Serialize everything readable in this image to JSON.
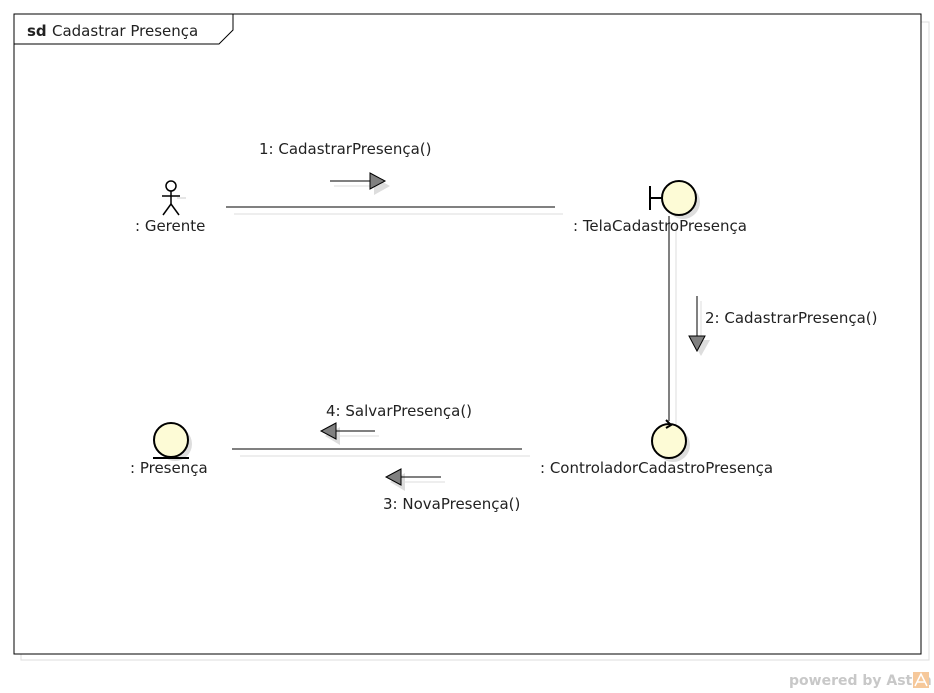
{
  "frame": {
    "keyword": "sd",
    "title": "Cadastrar Presença"
  },
  "lifelines": {
    "gerente": {
      "label": ": Gerente",
      "kind": "actor"
    },
    "tela": {
      "label": ": TelaCadastroPresença",
      "kind": "boundary"
    },
    "controlador": {
      "label": ": ControladorCadastroPresença",
      "kind": "control"
    },
    "presenca": {
      "label": ": Presença",
      "kind": "entity"
    }
  },
  "messages": {
    "m1": "1: CadastrarPresença()",
    "m2": "2: CadastrarPresença()",
    "m3": "3: NovaPresença()",
    "m4": "4: SalvarPresença()"
  },
  "watermark": {
    "text": "powered by Astah"
  },
  "colors": {
    "element_fill": "#fdfbd6",
    "line": "#000000",
    "arrow_fill": "#808080",
    "shadow": "#d8d8d8"
  }
}
